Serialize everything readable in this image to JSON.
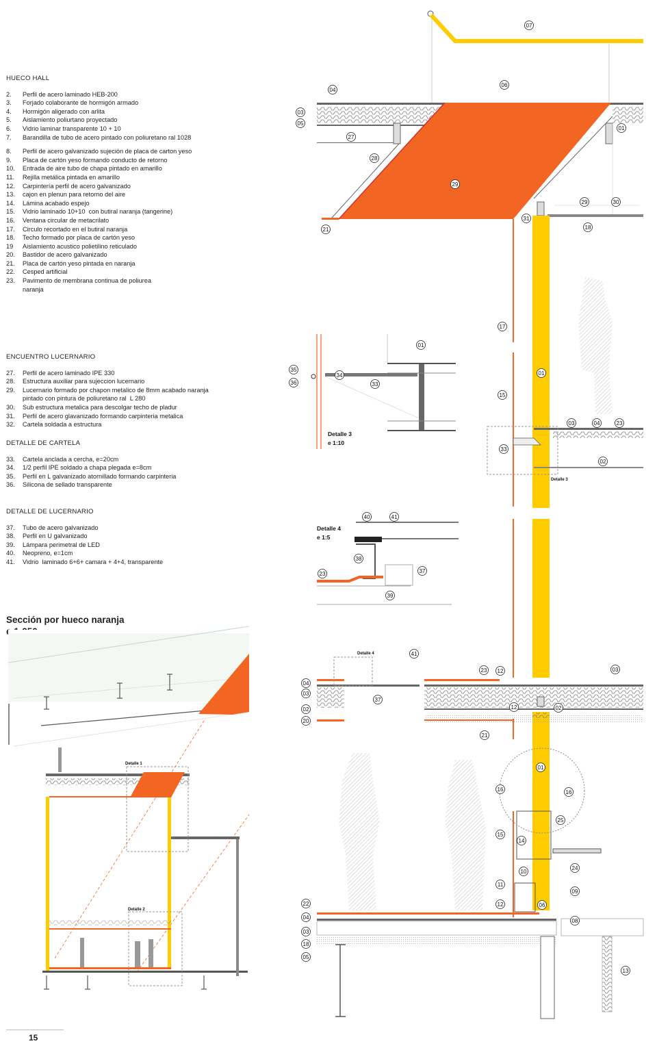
{
  "colors": {
    "orange": "#f26522",
    "yellow": "#ffcc00",
    "line": "#555555",
    "grey": "#bdbdbd"
  },
  "legend": [
    {
      "heading": "HUECO HALL",
      "items": [
        {
          "n": "2.",
          "t": "Perfil de acero laminado HEB-200"
        },
        {
          "n": "3.",
          "t": "Forjado colaborante de hormigón armado"
        },
        {
          "n": "4.",
          "t": "Hormigón aligerado con arlita"
        },
        {
          "n": "5.",
          "t": "Aislamiento poliurtano proyectado"
        },
        {
          "n": "6.",
          "t": "Vidrio laminar transparente 10 + 10"
        },
        {
          "n": "7.",
          "t": "Barandilla de tubo de acero pintado con poliuretano ral 1028"
        },
        {
          "n": "",
          "t": ""
        },
        {
          "n": "8.",
          "t": "Perfil de acero galvanizado sujeción de placa de carton yeso"
        },
        {
          "n": "9.",
          "t": "Placa de cartón yeso formando conducto de retorno"
        },
        {
          "n": "10.",
          "t": "Entrada de aire tubo de chapa pintado en amarillo"
        },
        {
          "n": "11.",
          "t": "Rejilla metálica pintada en amarillo"
        },
        {
          "n": "12.",
          "t": "Carpintería perfil de acero galvanizado"
        },
        {
          "n": "13.",
          "t": "cajon en plenun para retorno del aire"
        },
        {
          "n": "14.",
          "t": "Lámina acabado espejo"
        },
        {
          "n": "15.",
          "t": "Vidrio laminado 10+10  con butiral naranja (tangerine)"
        },
        {
          "n": "16.",
          "t": "Ventana circular de metacrilato"
        },
        {
          "n": "17.",
          "t": "Circulo recortado en el butiral naranja"
        },
        {
          "n": "18.",
          "t": "Techo formado por placa de cartón yeso"
        },
        {
          "n": "19",
          "t": "Aislamiento acustico polietilino reticulado"
        },
        {
          "n": "20.",
          "t": "Bastidor de acero galvanizado"
        },
        {
          "n": "21.",
          "t": "Placa de cartón yeso pintada en naranja"
        },
        {
          "n": "22.",
          "t": "Cesped artificial"
        },
        {
          "n": "23.",
          "t": "Pavimento de membrana continua de poliurea"
        },
        {
          "n": "",
          "t": "naranja"
        }
      ]
    },
    {
      "heading": "ENCUENTRO LUCERNARIO",
      "items": [
        {
          "n": "27.",
          "t": "Perfil de acero laminado IPE 330"
        },
        {
          "n": "28.",
          "t": "Estructura auxiliar para sujeccion lucernario"
        },
        {
          "n": "29.",
          "t": "Lucernario formado por chapon metalico de 8mm acabado naranja"
        },
        {
          "n": "",
          "t": "pintado con pintura de poliuretano ral  L 280"
        },
        {
          "n": "30.",
          "t": "Sub estructura metalica para descolgar techo de pladur"
        },
        {
          "n": "31.",
          "t": "Perfil de acero glavanizado formando carpinteria metalica"
        },
        {
          "n": "32.",
          "t": "Cartela soldada a estructura"
        }
      ]
    },
    {
      "heading": "DETALLE DE CARTELA",
      "items": [
        {
          "n": "33.",
          "t": "Cartela anclada a cercha, e=20cm"
        },
        {
          "n": "34.",
          "t": "1/2 perfil IPE soldado a chapa plegada e=8cm"
        },
        {
          "n": "35.",
          "t": "Perfil en L galvanizado atornillado formando carpinteria"
        },
        {
          "n": "36.",
          "t": "Silicona de sellado transparente"
        }
      ]
    },
    {
      "heading": "DETALLE DE LUCERNARIO",
      "items": [
        {
          "n": "37.",
          "t": "Tubo de acero galvanizado"
        },
        {
          "n": "38.",
          "t": "Perfil en U galvanizado"
        },
        {
          "n": "39.",
          "t": "Lámpara perimetral de LED"
        },
        {
          "n": "40.",
          "t": "Neopreno, e=1cm"
        },
        {
          "n": "41.",
          "t": "Vidrio  laminado 6+6+ camara + 4+4, transparente"
        }
      ]
    }
  ],
  "section": {
    "title": "Sección por hueco naranja",
    "scale": "e 1:250",
    "detail1": "Detalle 1",
    "detail2": "Detalle 2"
  },
  "details": {
    "d3_title": "Detalle 3",
    "d3_scale": "e 1:10",
    "d4_title": "Detalle 4",
    "d4_scale": "e 1:5",
    "d3_small": "Detalle 3",
    "d4_small": "Detalle 4"
  },
  "tags": [
    {
      "id": "07"
    },
    {
      "id": "04"
    },
    {
      "id": "06"
    },
    {
      "id": "03"
    },
    {
      "id": "05"
    },
    {
      "id": "01"
    },
    {
      "id": "27"
    },
    {
      "id": "28"
    },
    {
      "id": "29"
    },
    {
      "id": "29"
    },
    {
      "id": "30"
    },
    {
      "id": "31"
    },
    {
      "id": "18"
    },
    {
      "id": "21"
    },
    {
      "id": "17"
    },
    {
      "id": "01"
    },
    {
      "id": "15"
    },
    {
      "id": "03"
    },
    {
      "id": "04"
    },
    {
      "id": "23"
    },
    {
      "id": "33"
    },
    {
      "id": "02"
    },
    {
      "id": "01"
    },
    {
      "id": "35"
    },
    {
      "id": "36"
    },
    {
      "id": "34"
    },
    {
      "id": "33"
    },
    {
      "id": "40"
    },
    {
      "id": "41"
    },
    {
      "id": "38"
    },
    {
      "id": "37"
    },
    {
      "id": "23"
    },
    {
      "id": "39"
    },
    {
      "id": "41"
    },
    {
      "id": "04"
    },
    {
      "id": "03"
    },
    {
      "id": "02"
    },
    {
      "id": "20"
    },
    {
      "id": "37"
    },
    {
      "id": "23"
    },
    {
      "id": "12"
    },
    {
      "id": "03"
    },
    {
      "id": "12"
    },
    {
      "id": "02"
    },
    {
      "id": "21"
    },
    {
      "id": "01"
    },
    {
      "id": "16"
    },
    {
      "id": "16"
    },
    {
      "id": "25"
    },
    {
      "id": "15"
    },
    {
      "id": "14"
    },
    {
      "id": "24"
    },
    {
      "id": "10"
    },
    {
      "id": "11"
    },
    {
      "id": "09"
    },
    {
      "id": "22"
    },
    {
      "id": "12"
    },
    {
      "id": "06"
    },
    {
      "id": "04"
    },
    {
      "id": "08"
    },
    {
      "id": "03"
    },
    {
      "id": "18"
    },
    {
      "id": "05"
    },
    {
      "id": "13"
    }
  ],
  "page_number": "15"
}
